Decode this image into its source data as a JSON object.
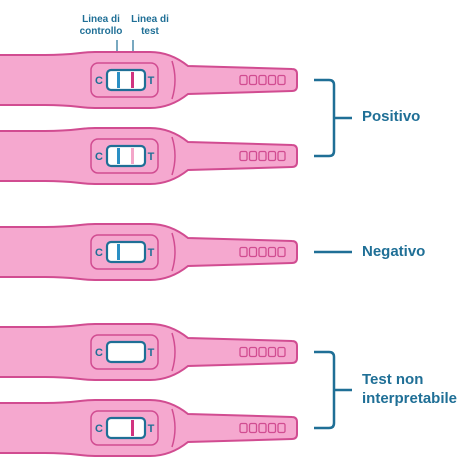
{
  "header": {
    "control_line_label": [
      "Linea di",
      "controllo"
    ],
    "test_line_label": [
      "Linea di",
      "test"
    ]
  },
  "device_letters": {
    "control": "C",
    "test": "T"
  },
  "results": [
    {
      "label": [
        "Positivo"
      ],
      "tests": [
        {
          "control_line": true,
          "test_line": true
        },
        {
          "control_line": true,
          "test_line": true,
          "test_line_faint": true
        }
      ]
    },
    {
      "label": [
        "Negativo"
      ],
      "tests": [
        {
          "control_line": true,
          "test_line": false
        }
      ]
    },
    {
      "label": [
        "Test non",
        "interpretabile"
      ],
      "tests": [
        {
          "control_line": false,
          "test_line": false
        },
        {
          "control_line": false,
          "test_line": true
        }
      ]
    }
  ],
  "colors": {
    "stick_fill": "#f5a8cf",
    "stick_stroke": "#d14c91",
    "window_stroke": "#1f6f96",
    "window_fill": "#ffffff",
    "text": "#1f6f96",
    "control_line": "#2a8fc4",
    "test_line": "#d1337f",
    "test_line_faint": "#f3a6c9"
  }
}
